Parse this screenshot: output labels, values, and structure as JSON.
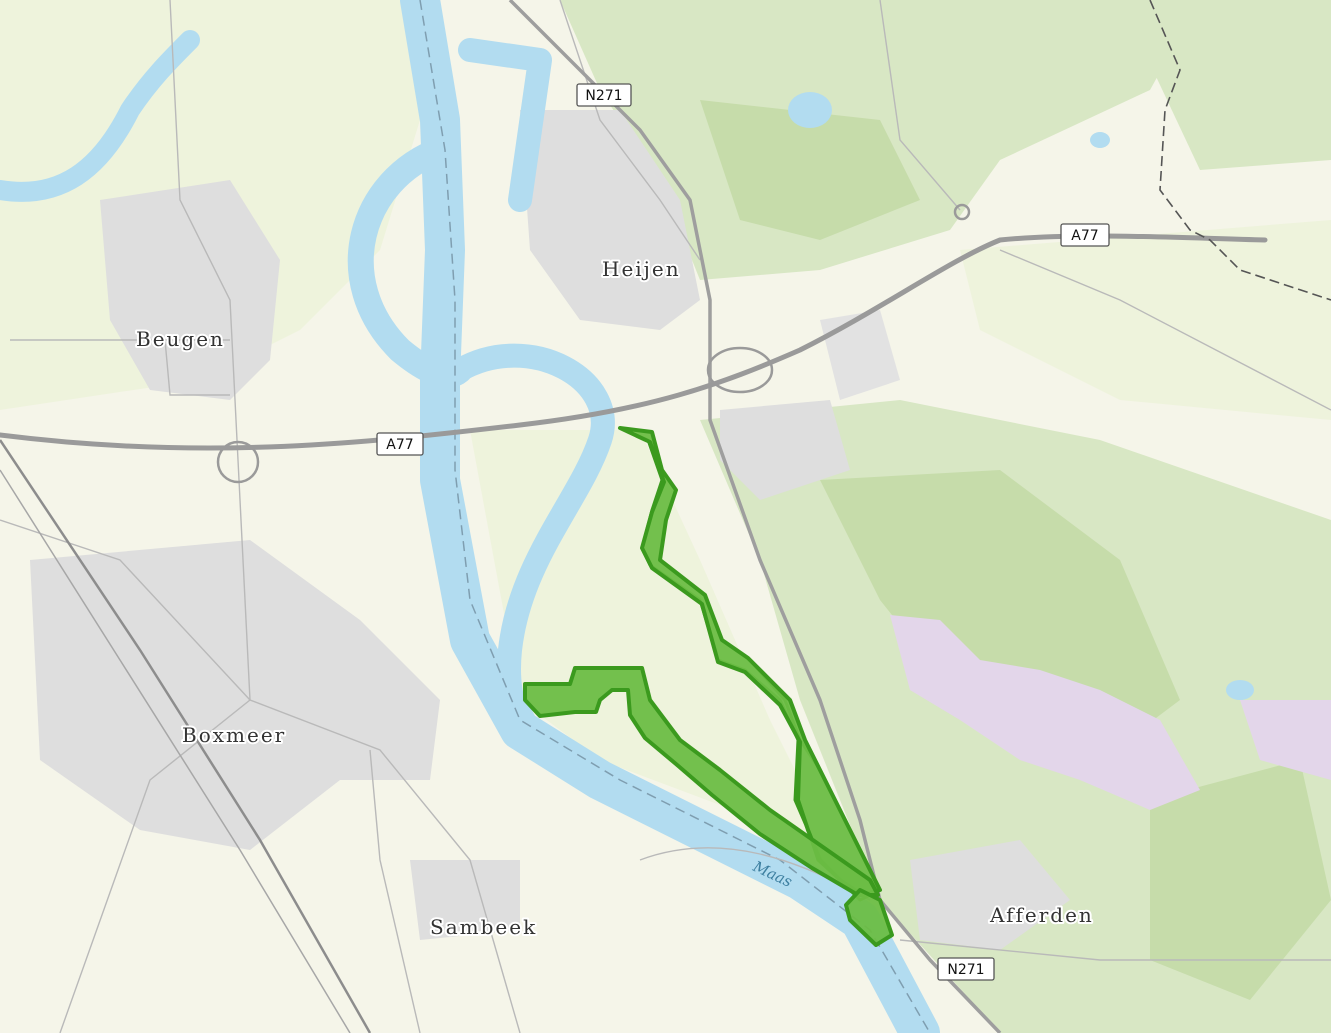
{
  "places": {
    "beugen": "Beugen",
    "heijen": "Heijen",
    "boxmeer": "Boxmeer",
    "sambeek": "Sambeek",
    "afferden": "Afferden"
  },
  "roads": {
    "a77_west": "A77",
    "a77_east": "A77",
    "n271_north": "N271",
    "n271_south": "N271"
  },
  "water": {
    "maas": "Maas"
  },
  "colors": {
    "background": "#f5f5e9",
    "water": "#b2dcf0",
    "forest": "#d8e7c4",
    "heath": "#e3d6ea",
    "urban": "#dedede",
    "highlight_fill": "#6cbd45",
    "highlight_stroke": "#3b9a1e",
    "motorway": "#9a9a9a"
  },
  "icons": {
    "highlight": "nature-area-polygon",
    "border": "province-border-dashed"
  }
}
